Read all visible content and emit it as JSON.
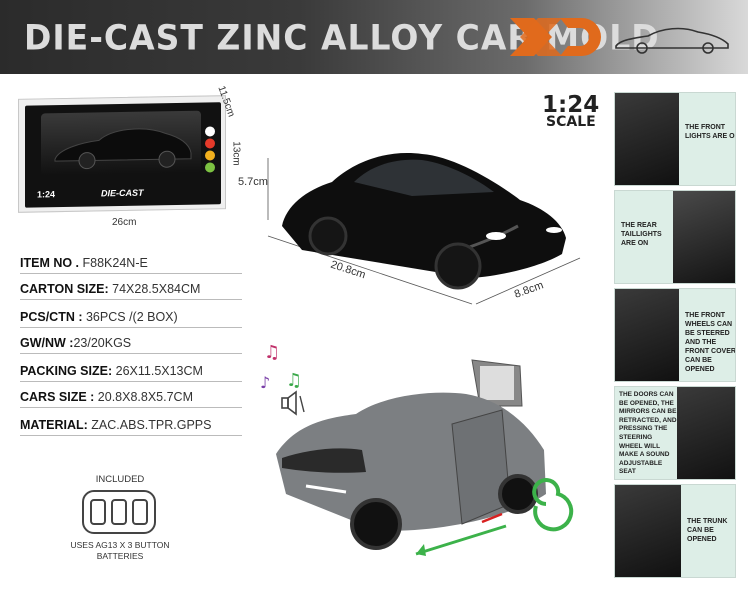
{
  "header": {
    "title": "DIE-CAST ZINC ALLOY CAR MOLD",
    "logo_text": "XD",
    "brand_color": "#e06a1c"
  },
  "package": {
    "scale_label": "1:24",
    "brand_line": "DIE-CAST",
    "dims": {
      "width": "26cm",
      "height": "13cm",
      "depth": "11.5cm"
    }
  },
  "car_dims": {
    "height": "5.7cm",
    "length": "20.8cm",
    "width": "8.8cm"
  },
  "specs": [
    {
      "label": "ITEM NO .",
      "value": "F88K24N-E"
    },
    {
      "label": "CARTON SIZE:",
      "value": "74X28.5X84CM"
    },
    {
      "label": "PCS/CTN :",
      "value": "36PCS /(2 BOX)"
    },
    {
      "label": "GW/NW :",
      "value": "23/20KGS"
    },
    {
      "label": "PACKING SIZE:",
      "value": "26X11.5X13CM"
    },
    {
      "label": "CARS SIZE :",
      "value": "20.8X8.8X5.7CM"
    },
    {
      "label": "MATERIAL:",
      "value": "ZAC.ABS.TPR.GPPS"
    }
  ],
  "battery": {
    "included": "INCLUDED",
    "caption_line1": "USES AG13 X 3 BUTTON",
    "caption_line2": "BATTERIES"
  },
  "scale": {
    "ratio": "1:24",
    "word": "SCALE"
  },
  "features": [
    {
      "text": "THE FRONT LIGHTS ARE ON",
      "icon": "headlight"
    },
    {
      "text": "THE REAR TAILLIGHTS ARE ON",
      "icon": "taillight"
    },
    {
      "text": "THE FRONT WHEELS CAN BE STEERED AND THE FRONT COVER CAN BE OPENED",
      "icon": "steer-arrow"
    },
    {
      "text": "THE DOORS CAN BE OPENED, THE MIRRORS CAN BE RETRACTED, AND PRESSING THE STEERING WHEEL WILL MAKE A SOUND ADJUSTABLE SEAT",
      "icon": "door-arrow"
    },
    {
      "text": "THE TRUNK CAN BE OPENED",
      "icon": "trunk-arrow"
    }
  ],
  "icons": [
    "music-note-icon",
    "speaker-icon",
    "pull-back-arrow-icon"
  ]
}
